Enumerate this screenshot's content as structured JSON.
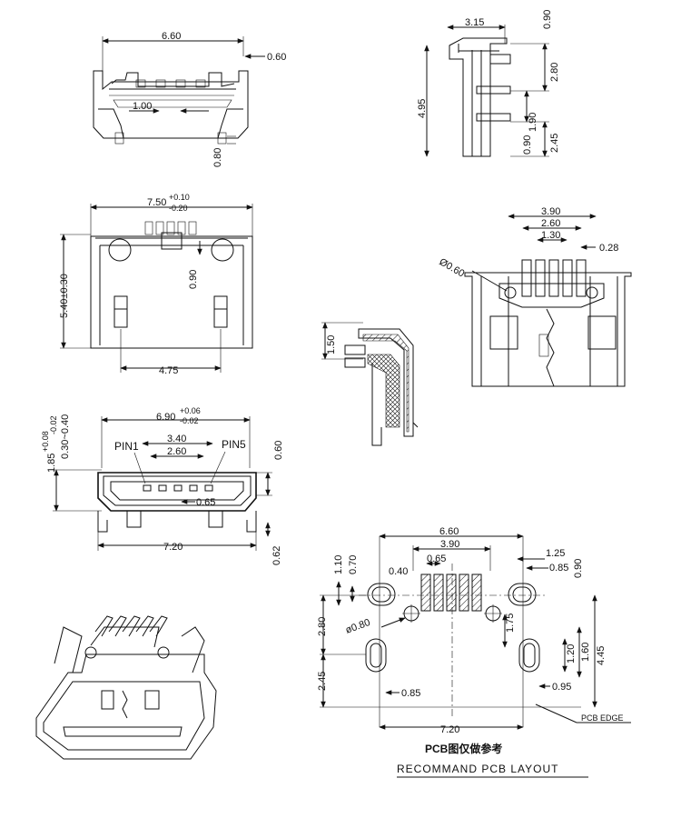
{
  "top_front": {
    "width": "6.60",
    "offset": "0.60",
    "pitch": "1.00",
    "tail": "0.80"
  },
  "top_side": {
    "depth": "3.15",
    "top": "0.90",
    "mid": "2.80",
    "height": "4.95",
    "pin_gap": "1.90",
    "pin_h": "0.90",
    "bottom": "2.45"
  },
  "plan": {
    "width_main": "7.50",
    "tol_plus": "+0.10",
    "tol_minus": "-0.20",
    "depth": "5.40±0.30",
    "slot": "0.90",
    "peg_span": "4.75"
  },
  "rear": {
    "phi": "Ø0.60",
    "outer": "3.90",
    "mid": "2.60",
    "inner": "1.30",
    "pin": "0.28"
  },
  "section": {
    "h": "1.50"
  },
  "face": {
    "width": "6.90",
    "tol_plus": "+0.06",
    "tol_minus": "-0.02",
    "h_main": "1.85",
    "h_tol_plus": "+0.08",
    "h_tol_minus": "-0.02",
    "h_range": "0.30~0.40",
    "pin1": "PIN1",
    "pin5": "PIN5",
    "span1": "3.40",
    "span2": "2.60",
    "pitch": "0.65",
    "right_h": "0.60",
    "bottom_w": "7.20",
    "bottom_h": "0.62"
  },
  "pcb": {
    "w1": "6.60",
    "w2": "3.90",
    "pitch": "0.65",
    "pad_gap": "0.40",
    "r1": "1.25",
    "r2": "0.85",
    "r3": "0.90",
    "l1": "1.10",
    "l2": "0.70",
    "phi": "ø0.80",
    "dist": "2.80",
    "hole_d": "1.75",
    "slot_h": "1.20",
    "slot_h2": "1.60",
    "total_h": "4.45",
    "bot": "2.45",
    "slot_w": "0.85",
    "slot_w2": "0.95",
    "edge": "PCB EDGE",
    "bot_w": "7.20",
    "cn_title": "PCB图仅做参考",
    "en_title": "RECOMMAND PCB LAYOUT"
  }
}
